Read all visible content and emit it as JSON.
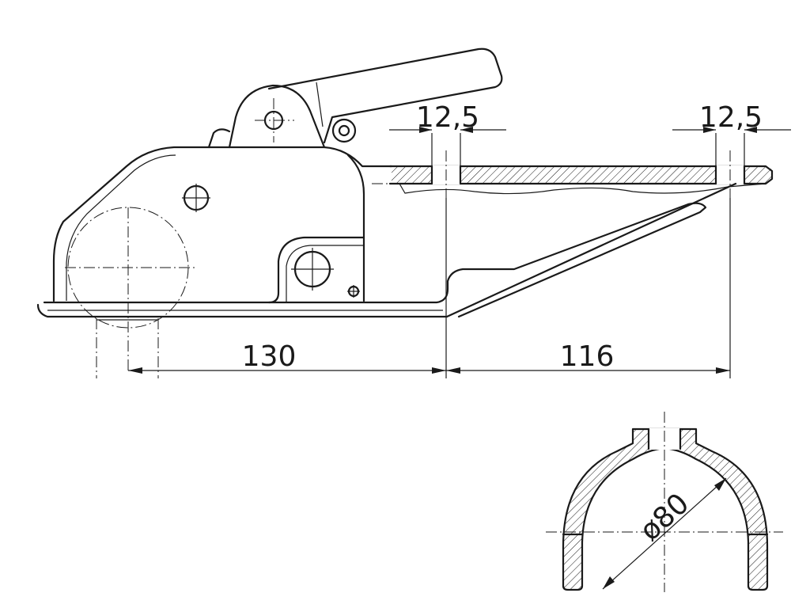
{
  "dimensions": {
    "length_front": "130",
    "length_rear": "116",
    "hole_left": "12,5",
    "hole_right": "12,5",
    "section_diameter": "ø80"
  }
}
